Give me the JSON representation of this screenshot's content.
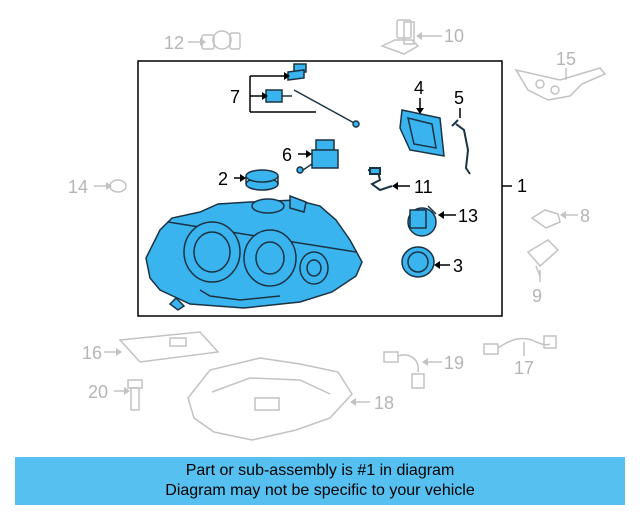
{
  "callouts": {
    "c1": "1",
    "c2": "2",
    "c3": "3",
    "c4": "4",
    "c5": "5",
    "c6": "6",
    "c7": "7",
    "c8": "8",
    "c9": "9",
    "c10": "10",
    "c11": "11",
    "c12": "12",
    "c13": "13",
    "c14": "14",
    "c15": "15",
    "c16": "16",
    "c17": "17",
    "c18": "18",
    "c19": "19",
    "c20": "20"
  },
  "footer": {
    "line1": "Part or sub-assembly is #1 in diagram",
    "line2": "Diagram may not be specific to your vehicle"
  },
  "colors": {
    "highlight_fill": "#3ab4ee",
    "highlight_stroke": "#1a3344",
    "ghost_stroke": "#c2c2c2",
    "footer_bg": "#56c0f0"
  }
}
